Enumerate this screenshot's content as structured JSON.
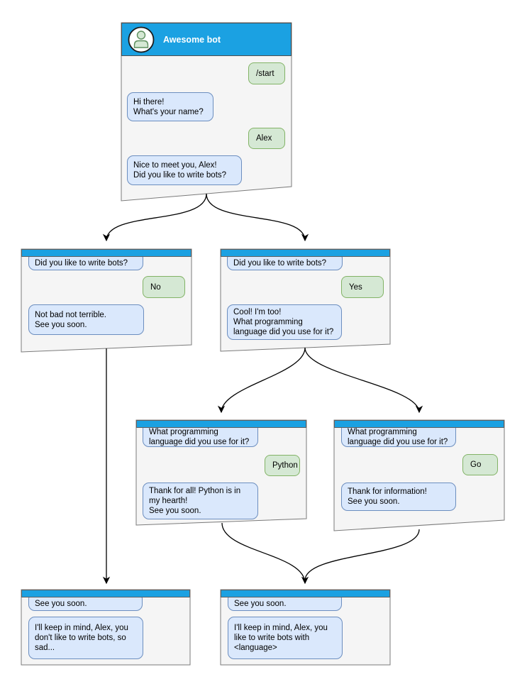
{
  "windows": {
    "start": {
      "title": "Awesome bot",
      "messages": {
        "start_cmd": "/start",
        "greeting": "Hi there!\nWhat's your name?",
        "name_reply": "Alex",
        "nice_to_meet": "Nice to meet you, Alex!\nDid you like to write bots?"
      }
    },
    "branch_no": {
      "messages": {
        "question": "Did you like to write bots?",
        "answer": "No",
        "reply": "Not bad not terrible.\nSee you soon."
      }
    },
    "branch_yes": {
      "messages": {
        "question": "Did you like to write bots?",
        "answer": "Yes",
        "reply": "Cool! I'm too!\nWhat programming\nlanguage did you use for it?"
      }
    },
    "branch_python": {
      "messages": {
        "question": "What programming\nlanguage did you use for it?",
        "answer": "Python",
        "reply": "Thank for all! Python is in\nmy hearth!\nSee you soon."
      }
    },
    "branch_go": {
      "messages": {
        "question": "What programming\nlanguage did you use for it?",
        "answer": "Go",
        "reply": "Thank for information!\nSee you soon."
      }
    },
    "end_no": {
      "messages": {
        "question": "See you soon.",
        "reply": "I'll keep in mind, Alex, you\ndon't like to write bots, so\nsad..."
      }
    },
    "end_yes": {
      "messages": {
        "question": "See you soon.",
        "reply": "I'll keep in mind, Alex, you\nlike to write bots with\n<language>"
      }
    }
  },
  "colors": {
    "header": "#1ba1e2",
    "window_fill": "#f5f5f5",
    "window_border": "#7a7a7a",
    "bot_bubble_fill": "#dae8fc",
    "bot_bubble_border": "#6c8ebf",
    "user_bubble_fill": "#d5e8d4",
    "user_bubble_border": "#82b366",
    "connector": "#000000"
  }
}
